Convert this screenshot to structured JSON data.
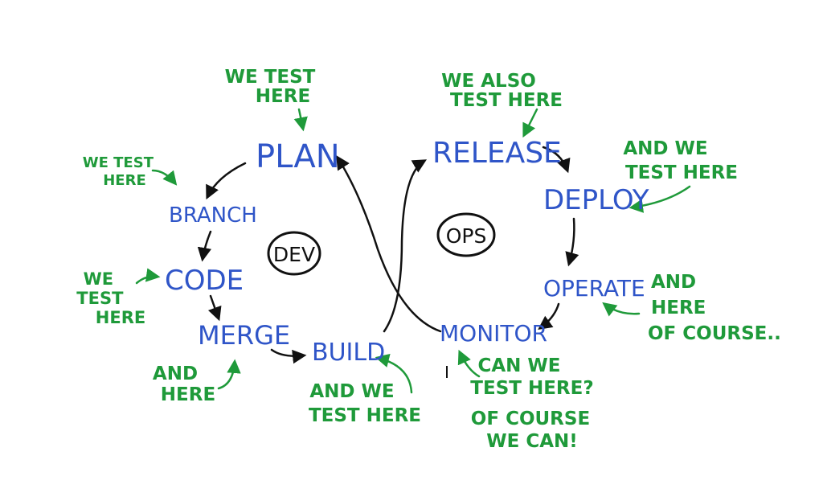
{
  "colors": {
    "stage": "#2f55c8",
    "note": "#1f9a3a",
    "ink": "#111111"
  },
  "hubs": {
    "dev": "DEV",
    "ops": "OPS"
  },
  "stages": {
    "plan": "PLAN",
    "branch": "BRANCH",
    "code": "CODE",
    "merge": "MERGE",
    "build": "BUILD",
    "release": "RELEASE",
    "deploy": "DEPLOY",
    "operate": "OPERATE",
    "monitor": "MONITOR"
  },
  "notes": {
    "plan": [
      "WE TEST",
      "HERE"
    ],
    "branch": [
      "WE TEST",
      "HERE"
    ],
    "code": [
      "WE",
      "TEST",
      "HERE"
    ],
    "merge": [
      "AND",
      "HERE"
    ],
    "build": [
      "AND WE",
      "TEST HERE"
    ],
    "release": [
      "WE ALSO",
      "TEST HERE"
    ],
    "deploy": [
      "AND WE",
      "TEST HERE"
    ],
    "operate": [
      "AND",
      "HERE",
      "OF COURSE.."
    ],
    "monitor": [
      "CAN WE",
      "TEST HERE?",
      "OF COURSE",
      "WE CAN!"
    ]
  }
}
